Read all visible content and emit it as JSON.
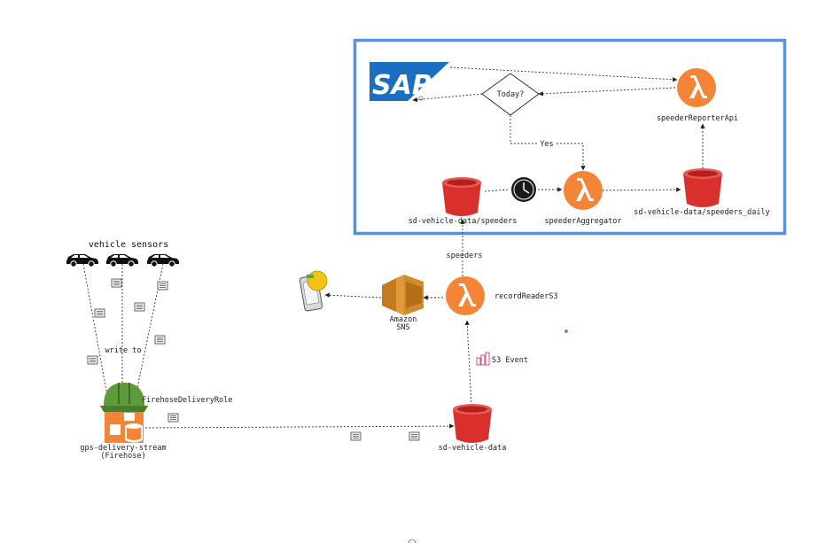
{
  "colors": {
    "box_border": "#5b8fe0",
    "lambda": "#f58536",
    "bucket": "#d9302e",
    "sap_blue": "#1a6fc2",
    "sns": "#d18b2a",
    "helmet": "#5f9a3a",
    "firehose": "#f58536"
  },
  "labels": {
    "vehicle_sensors": "vehicle sensors",
    "write_to": "write to",
    "firehose_role": "FirehoseDeliveryRole",
    "stream_name": "gps-delivery-stream",
    "stream_sub": "(Firehose)",
    "vehicle_data": "sd-vehicle-data",
    "s3_event": "S3 Event",
    "record_reader": "recordReaderS3",
    "speeders_edge": "speeders",
    "sns_name": "Amazon",
    "sns_sub": "SNS",
    "speeders_bucket": "sd-vehicle-data/speeders",
    "aggregator": "speederAggregator",
    "daily_bucket": "sd-vehicle-data/speeders_daily",
    "reporter_api": "speederReporterApi",
    "decision": "Today?",
    "yes_edge": "Yes",
    "sap_logo": "SAP"
  },
  "icons": {
    "car": "car-icon",
    "document": "document-icon",
    "lambda": "lambda-icon",
    "bucket": "s3-bucket-icon",
    "clock": "clock-icon",
    "sap": "sap-logo",
    "phone": "phone-icon",
    "sns": "sns-icon",
    "helmet": "iam-role-helmet-icon",
    "firehose": "firehose-icon"
  }
}
